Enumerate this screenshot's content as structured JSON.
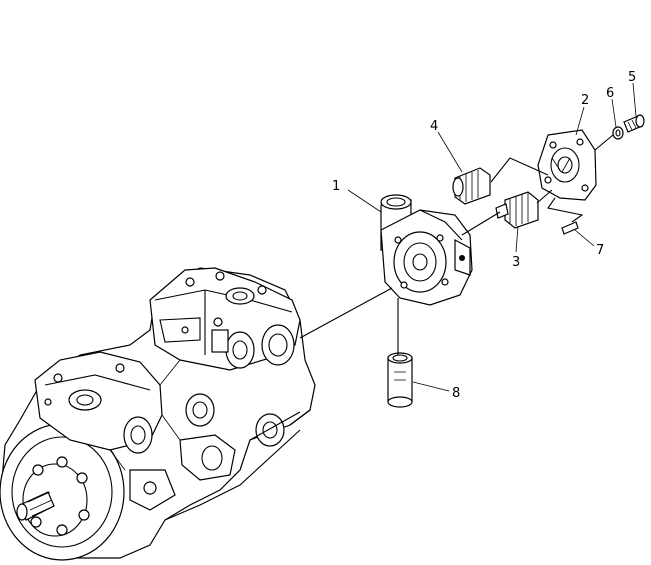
{
  "callouts": [
    {
      "id": "1",
      "part": "pump-case"
    },
    {
      "id": "2",
      "part": "cover-plate"
    },
    {
      "id": "3",
      "part": "drive-gear"
    },
    {
      "id": "4",
      "part": "driven-gear"
    },
    {
      "id": "5",
      "part": "bolt"
    },
    {
      "id": "6",
      "part": "washer"
    },
    {
      "id": "7",
      "part": "dowel-pin"
    },
    {
      "id": "8",
      "part": "suction-pipe"
    }
  ]
}
